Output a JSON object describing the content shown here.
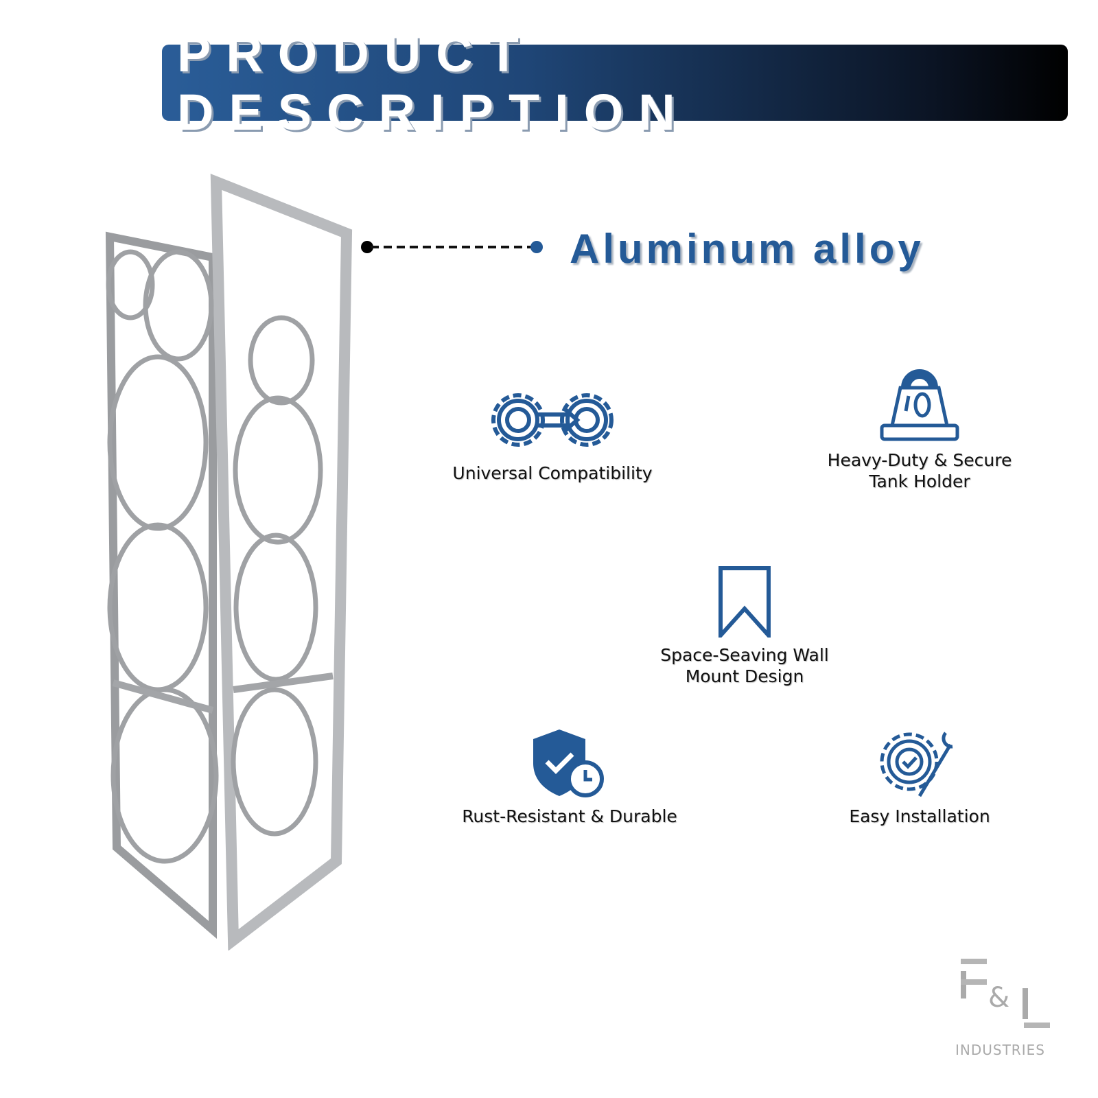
{
  "header": {
    "title": "PRODUCT DESCRIPTION"
  },
  "material": {
    "label": "Aluminum alloy"
  },
  "features": [
    {
      "icon": "gears-arrow-icon",
      "label": "Universal Compatibility"
    },
    {
      "icon": "weight-icon",
      "label_line1": "Heavy-Duty & Secure",
      "label_line2": "Tank Holder"
    },
    {
      "icon": "bookmark-icon",
      "label_line1": "Space-Seaving Wall",
      "label_line2": "Mount Design"
    },
    {
      "icon": "shield-clock-icon",
      "label": "Rust-Resistant & Durable"
    },
    {
      "icon": "gear-wrench-icon",
      "label": "Easy Installation"
    }
  ],
  "logo": {
    "mark": "F&L",
    "text": "INDUSTRIES"
  },
  "colors": {
    "accent": "#245a97",
    "banner_dark": "#000000"
  }
}
